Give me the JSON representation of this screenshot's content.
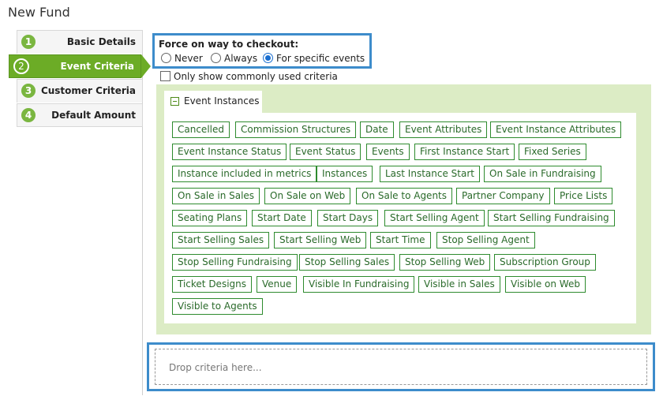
{
  "page": {
    "title": "New Fund"
  },
  "steps": [
    {
      "num": "1",
      "label": "Basic Details"
    },
    {
      "num": "2",
      "label": "Event Criteria",
      "active": true
    },
    {
      "num": "3",
      "label": "Customer Criteria"
    },
    {
      "num": "4",
      "label": "Default Amount"
    }
  ],
  "force": {
    "title": "Force on way to checkout:",
    "options": [
      "Never",
      "Always",
      "For specific events"
    ],
    "selected": "For specific events"
  },
  "only_common": {
    "label": "Only show commonly used criteria",
    "checked": false
  },
  "panel": {
    "tab_label": "Event Instances",
    "criteria": [
      "Cancelled",
      "Commission Structures",
      "Date",
      "Event Attributes",
      "Event Instance Attributes",
      "Event Instance Status",
      "Event Status",
      "Events",
      "First Instance Start",
      "Fixed Series",
      "Instance included in metrics",
      "Instances",
      "Last Instance Start",
      "On Sale in Fundraising",
      "On Sale in Sales",
      "On Sale on Web",
      "On Sale to Agents",
      "Partner Company",
      "Price Lists",
      "Seating Plans",
      "Start Date",
      "Start Days",
      "Start Selling Agent",
      "Start Selling Fundraising",
      "Start Selling Sales",
      "Start Selling Web",
      "Start Time",
      "Stop Selling Agent",
      "Stop Selling Fundraising",
      "Stop Selling Sales",
      "Stop Selling Web",
      "Subscription Group",
      "Ticket Designs",
      "Venue",
      "Visible In Fundraising",
      "Visible in Sales",
      "Visible on Web",
      "Visible to Agents"
    ]
  },
  "drop": {
    "placeholder": "Drop criteria here..."
  },
  "colors": {
    "accent_green": "#6cac26",
    "highlight_blue": "#3d8ccb",
    "panel_bg": "#dcecc5",
    "chip_border": "#2e8b2e"
  }
}
